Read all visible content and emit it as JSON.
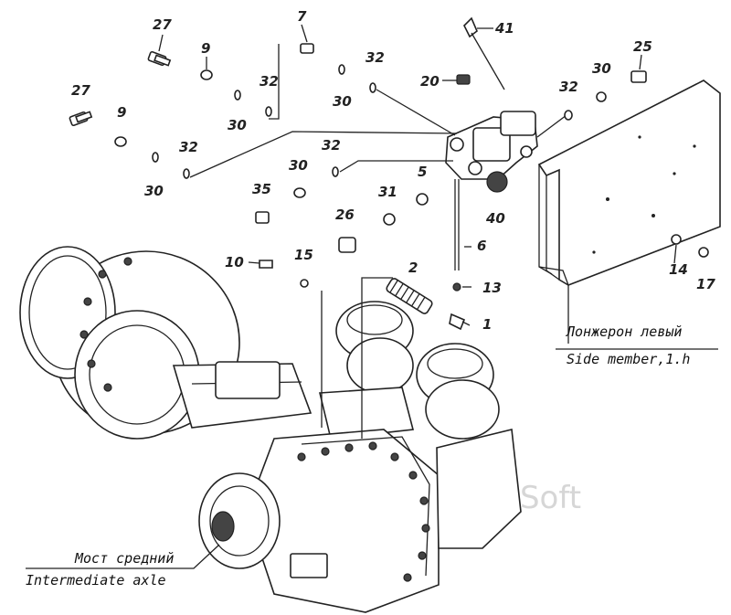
{
  "callouts": {
    "n7": "7",
    "n41": "41",
    "n27a": "27",
    "n9a": "9",
    "n25": "25",
    "n20": "20",
    "n32a": "32",
    "n30a": "30",
    "n32b": "32",
    "n30b": "30",
    "n32c": "32",
    "n30c": "30",
    "n27b": "27",
    "n9b": "9",
    "n30d": "30",
    "n32d": "32",
    "n32e": "32",
    "n30e": "30",
    "n5": "5",
    "n35": "35",
    "n31": "31",
    "n26": "26",
    "n40": "40",
    "n6": "6",
    "n10": "10",
    "n15": "15",
    "n2": "2",
    "n14": "14",
    "n17": "17",
    "n13": "13",
    "n1": "1"
  },
  "labels": {
    "side_member_ru": "Лонжерон левый",
    "side_member_en": "Side member,1.h",
    "axle_ru": "Мост средний",
    "axle_en": "Intermediate axle"
  },
  "watermark": "AutoSoft"
}
